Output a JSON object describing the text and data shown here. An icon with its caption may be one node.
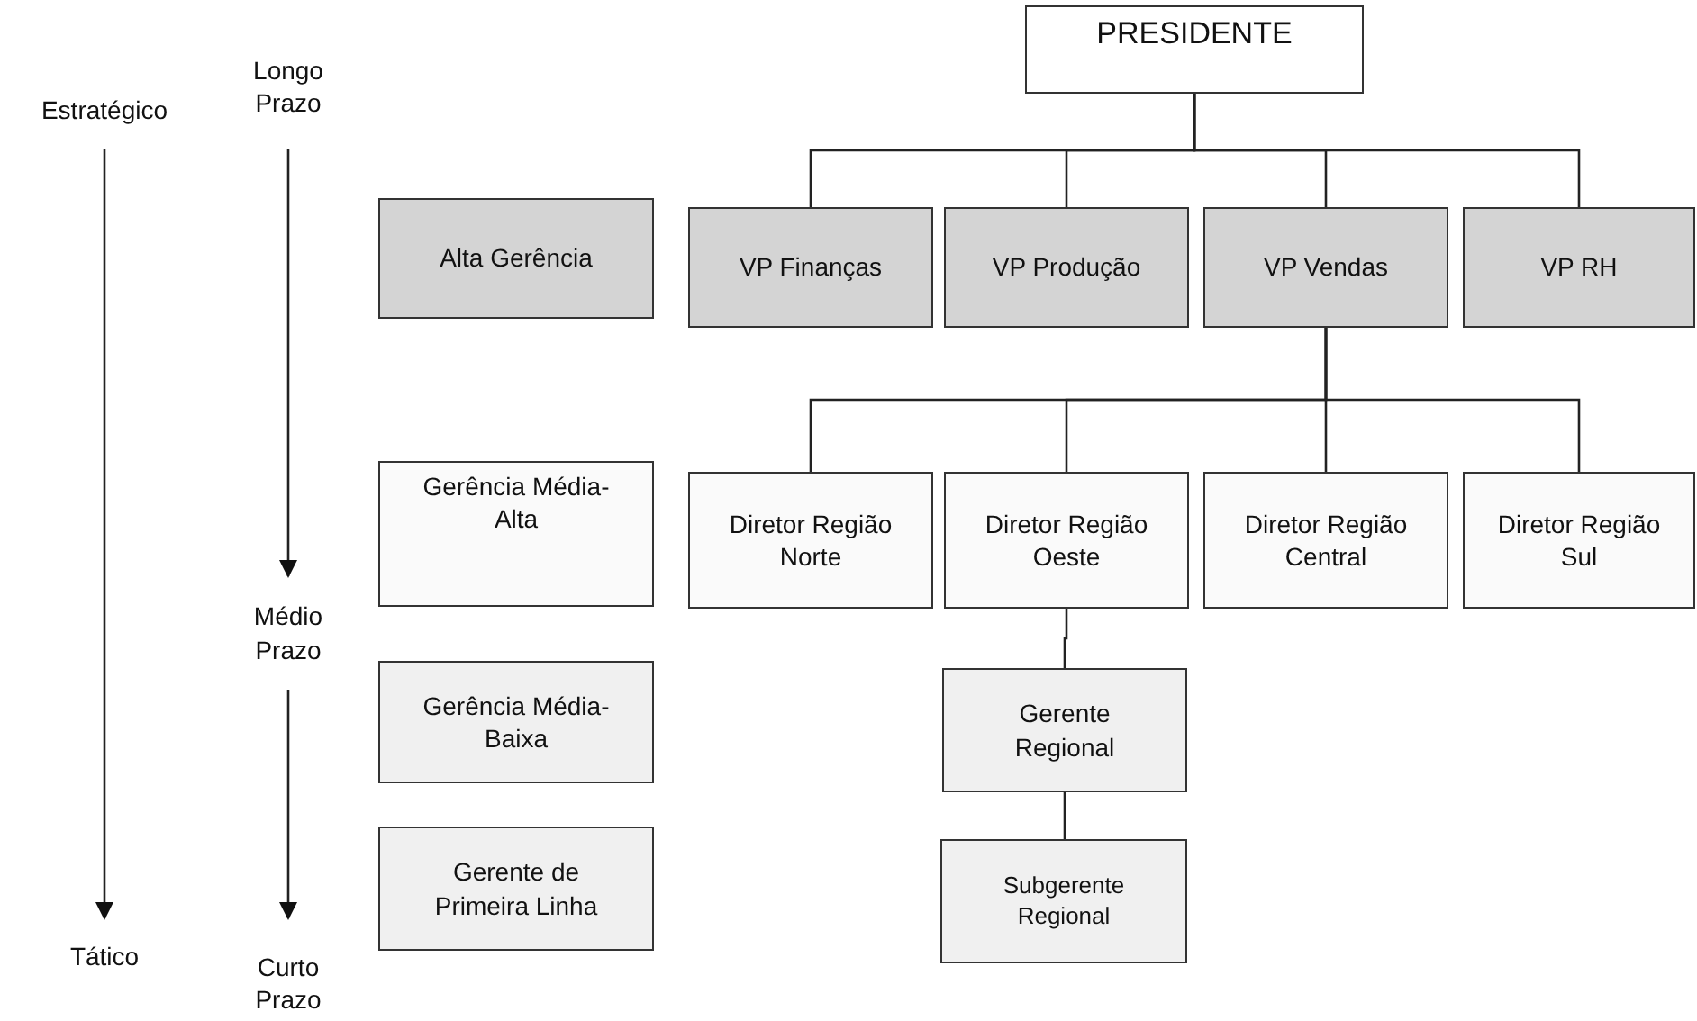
{
  "diagram": {
    "nodes": [
      {
        "text": [
          "PRESIDENTE"
        ]
      },
      {
        "text": [
          "Estratégico"
        ]
      },
      {
        "text": [
          "Longo Prazo"
        ]
      },
      {
        "text": [
          "Alta Gerência"
        ]
      },
      {
        "text": [
          "VP Finanças"
        ]
      },
      {
        "text": [
          "VP Produção"
        ]
      },
      {
        "text": [
          "VP Vendas"
        ]
      },
      {
        "text": [
          "VP RH"
        ]
      },
      {
        "text": [
          "Gerência Média-Alta"
        ]
      },
      {
        "text": [
          "Diretor Região Norte"
        ]
      },
      {
        "text": [
          "Diretor Região Oeste"
        ]
      },
      {
        "text": [
          "Diretor Região Central"
        ]
      },
      {
        "text": [
          "Diretor Região Sul"
        ]
      },
      {
        "text": [
          "Médio Prazo"
        ]
      },
      {
        "text": [
          "Gerência Média-Baixa"
        ]
      },
      {
        "text": [
          "Gerente Regional"
        ]
      },
      {
        "text": [
          "Gerente de Primeira Linha"
        ]
      },
      {
        "text": [
          "Subgerente Regional"
        ]
      },
      {
        "text": [
          "Tático"
        ]
      },
      {
        "text": [
          "Curto Prazo"
        ]
      }
    ],
    "edges": [
      {
        "from": 0,
        "to": 4,
        "arrow": "none"
      },
      {
        "from": 0,
        "to": 5,
        "arrow": "none"
      },
      {
        "from": 0,
        "to": 6,
        "arrow": "none"
      },
      {
        "from": 0,
        "to": 7,
        "arrow": "none"
      },
      {
        "from": 6,
        "to": 9,
        "arrow": "none"
      },
      {
        "from": 6,
        "to": 10,
        "arrow": "none"
      },
      {
        "from": 6,
        "to": 11,
        "arrow": "none"
      },
      {
        "from": 6,
        "to": 12,
        "arrow": "none"
      },
      {
        "from": 10,
        "to": 15,
        "arrow": "none"
      },
      {
        "from": 15,
        "to": 17,
        "arrow": "none"
      },
      {
        "from": 1,
        "to": 18,
        "arrow": "to"
      },
      {
        "from": 2,
        "to": 13,
        "arrow": "to"
      },
      {
        "from": 13,
        "to": 19,
        "arrow": "to"
      }
    ]
  }
}
